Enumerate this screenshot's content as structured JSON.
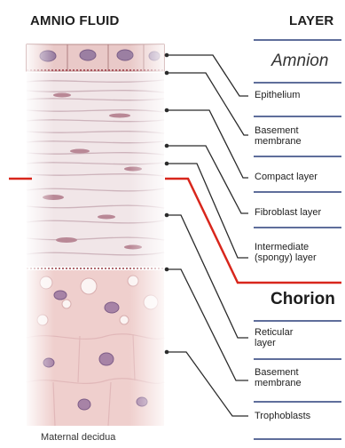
{
  "header": {
    "left_title": "AMNIO FLUID",
    "right_title": "LAYER"
  },
  "sections": {
    "amnion": "Amnion",
    "chorion": "Chorion"
  },
  "layers": [
    {
      "label": "Epithelium"
    },
    {
      "label": "Basement membrane"
    },
    {
      "label": "Compact layer"
    },
    {
      "label": "Fibroblast layer"
    },
    {
      "label": "Intermediate (spongy) layer"
    },
    {
      "label": "Reticular layer"
    },
    {
      "label": "Basement membrane"
    },
    {
      "label": "Trophoblasts"
    }
  ],
  "footer": {
    "bottom_label": "Maternal decidua"
  },
  "colors": {
    "accent_line": "#d8261c",
    "leader": "#2b2b2b",
    "divider": "#2a3f7a"
  }
}
